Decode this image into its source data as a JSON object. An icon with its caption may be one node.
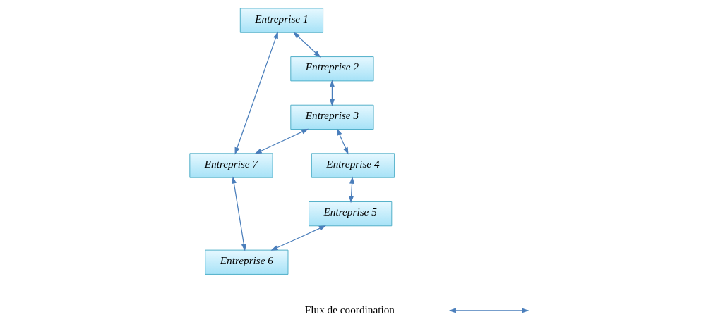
{
  "diagram": {
    "nodes": [
      {
        "text": [
          "Entreprise 1"
        ]
      },
      {
        "text": [
          "Entreprise 7"
        ]
      },
      {
        "text": [
          "Entreprise 2"
        ]
      },
      {
        "text": [
          "Entreprise 3"
        ]
      },
      {
        "text": [
          "Entreprise 4"
        ]
      },
      {
        "text": [
          "Entreprise 6"
        ]
      },
      {
        "text": [
          "Entreprise 5"
        ]
      }
    ],
    "edges": [
      {
        "from": 0,
        "to": 2,
        "arrow": "both"
      },
      {
        "from": 0,
        "to": 1,
        "arrow": "both"
      },
      {
        "from": 2,
        "to": 3,
        "arrow": "both"
      },
      {
        "from": 3,
        "to": 1,
        "arrow": "both"
      },
      {
        "from": 1,
        "to": 5,
        "arrow": "both"
      },
      {
        "from": 3,
        "to": 4,
        "arrow": "both"
      },
      {
        "from": 4,
        "to": 6,
        "arrow": "both"
      },
      {
        "from": 6,
        "to": 5,
        "arrow": "both"
      }
    ],
    "legend": [
      {
        "text": "Flux de coordination"
      }
    ]
  }
}
